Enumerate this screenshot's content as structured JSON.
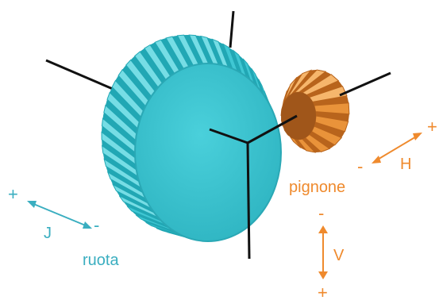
{
  "labels": {
    "wheel": "ruota",
    "pinion": "pignone",
    "axis_j": "J",
    "axis_h": "H",
    "axis_v": "V",
    "plus": "+",
    "minus": "-"
  },
  "colors": {
    "wheel": "#3fc7d3",
    "wheel_dark": "#21a7b4",
    "wheel_light": "#76dde5",
    "pinion": "#e9933a",
    "pinion_dark": "#b8641c",
    "pinion_light": "#f6b66c",
    "axes": "#111111",
    "label_blue": "#3aaec0",
    "label_orange": "#ef8a2d"
  },
  "icons": {
    "wheel": "bevel-gear-wheel-icon",
    "pinion": "bevel-gear-pinion-icon"
  }
}
